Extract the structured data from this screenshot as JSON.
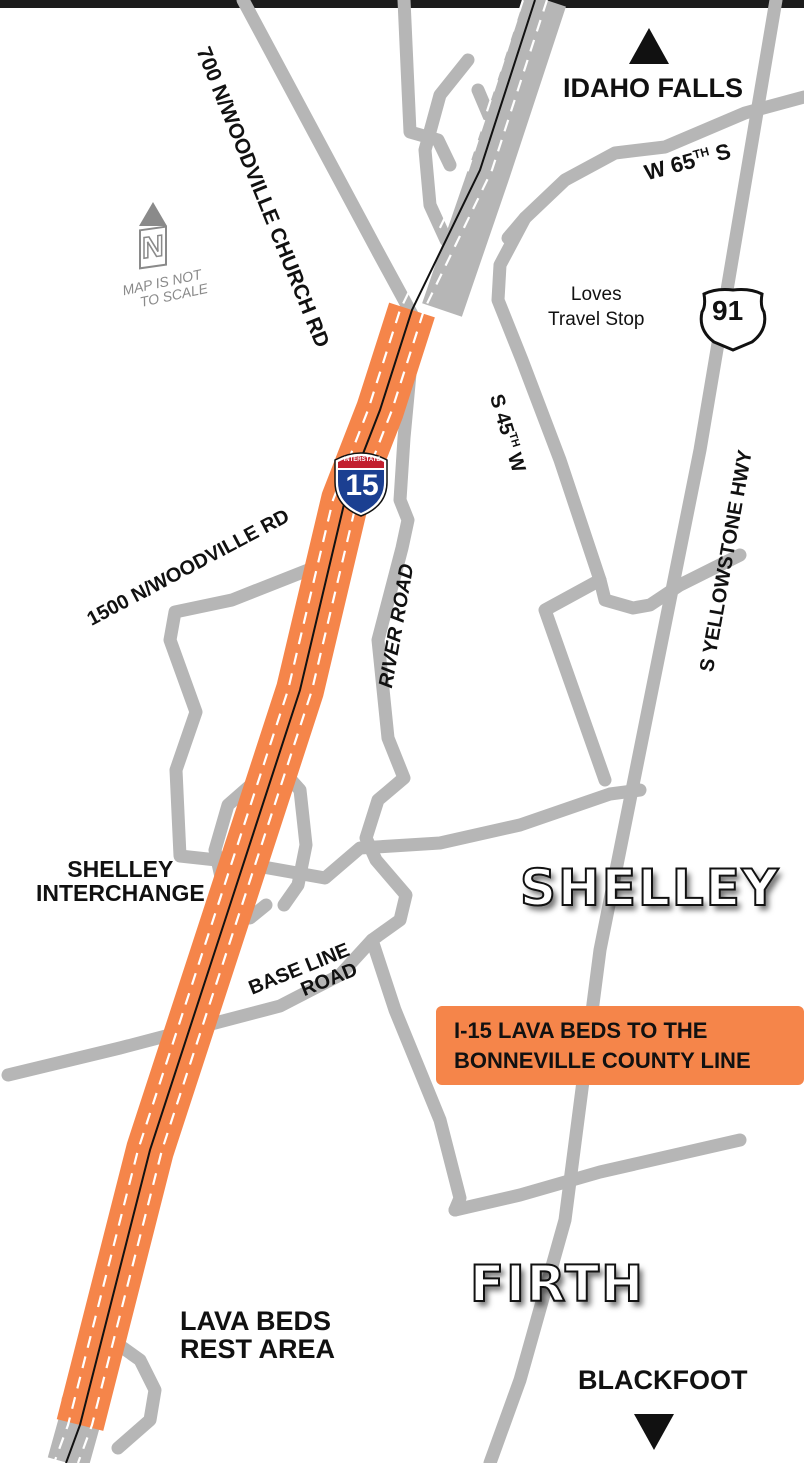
{
  "colors": {
    "road": "#b6b6b6",
    "road_dark": "#9a9a9a",
    "highlight": "#f5854a",
    "text": "#111111",
    "background": "#ffffff"
  },
  "labels": {
    "idaho_falls": "IDAHO FALLS",
    "w_65th_s": "W 65",
    "w_65th_s_sup": "TH",
    "w_65th_s_end": " S",
    "woodville_church": "700 N/WOODVILLE CHURCH RD",
    "map_not_to_scale": "MAP IS NOT",
    "map_not_to_scale_2": "TO SCALE",
    "north": "N",
    "loves_1": "Loves",
    "loves_2": "Travel Stop",
    "us_route": "91",
    "s_45th_w": "S 45",
    "s_45th_w_sup": "TH",
    "s_45th_w_end": " W",
    "s_yellowstone": "S YELLOWSTONE HWY",
    "interstate_banner": "INTERSTATE",
    "interstate_number": "15",
    "woodville_rd": "1500 N/WOODVILLE RD",
    "river_road": "RIVER ROAD",
    "shelley_interchange_1": "SHELLEY",
    "shelley_interchange_2": "INTERCHANGE",
    "shelley_city": "SHELLEY",
    "base_line_1": "BASE LINE",
    "base_line_2": "ROAD",
    "project_1": "I-15 LAVA BEDS TO THE",
    "project_2": "BONNEVILLE COUNTY LINE",
    "firth_city": "FIRTH",
    "lava_beds_1": "LAVA BEDS",
    "lava_beds_2": "REST AREA",
    "blackfoot": "BLACKFOOT"
  }
}
